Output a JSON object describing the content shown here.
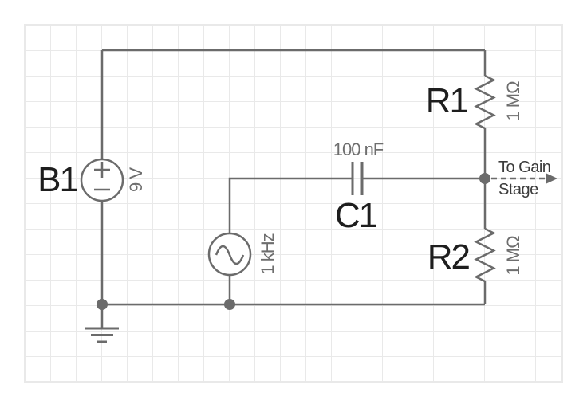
{
  "palette": {
    "background": "#ffffff",
    "grid_line": "#e9e9e9",
    "wire": "#6b6b6b",
    "component_label": "#1e1e1e",
    "value_label": "#6e6e6e",
    "annotation_text": "#3b3b3b"
  },
  "schematic": {
    "battery": {
      "ref": "B1",
      "value": "9 V"
    },
    "ac_source": {
      "value": "1 kHz"
    },
    "capacitor": {
      "ref": "C1",
      "value": "100 nF"
    },
    "resistor_r1": {
      "ref": "R1",
      "value": "1 MΩ"
    },
    "resistor_r2": {
      "ref": "R2",
      "value": "1 MΩ"
    },
    "output_note": {
      "line1": "To Gain",
      "line2": "Stage"
    }
  }
}
